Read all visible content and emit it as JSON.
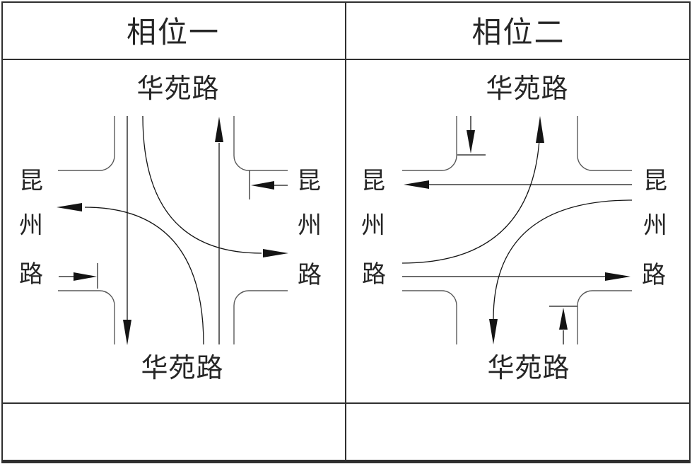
{
  "sheet": {
    "kind": "signal-phase-diagram",
    "colors": {
      "background": "#ffffff",
      "road-line": "#5a5a5a",
      "arrow": "#141414",
      "stopbar": "#3c3c3c",
      "frame": "#2f2f2f",
      "text": "#262626"
    }
  },
  "panels": [
    {
      "title": "相位一",
      "roads": {
        "north": "华苑路",
        "south": "华苑路",
        "west": [
          "昆",
          "州",
          "路"
        ],
        "east": [
          "昆",
          "州",
          "路"
        ]
      },
      "movements": [
        "southbound-through-arrow",
        "northbound-through-arrow",
        "southbound-left-turn-arrow",
        "northbound-left-turn-arrow",
        "westbound-held-at-stopline",
        "eastbound-held-at-stopline"
      ]
    },
    {
      "title": "相位二",
      "roads": {
        "north": "华苑路",
        "south": "华苑路",
        "west": [
          "昆",
          "州",
          "路"
        ],
        "east": [
          "昆",
          "州",
          "路"
        ]
      },
      "movements": [
        "westbound-through-arrow",
        "eastbound-through-arrow",
        "eastbound-left-turn-arrow",
        "westbound-left-turn-arrow",
        "southbound-held-at-stopline",
        "northbound-held-at-stopline"
      ]
    }
  ]
}
